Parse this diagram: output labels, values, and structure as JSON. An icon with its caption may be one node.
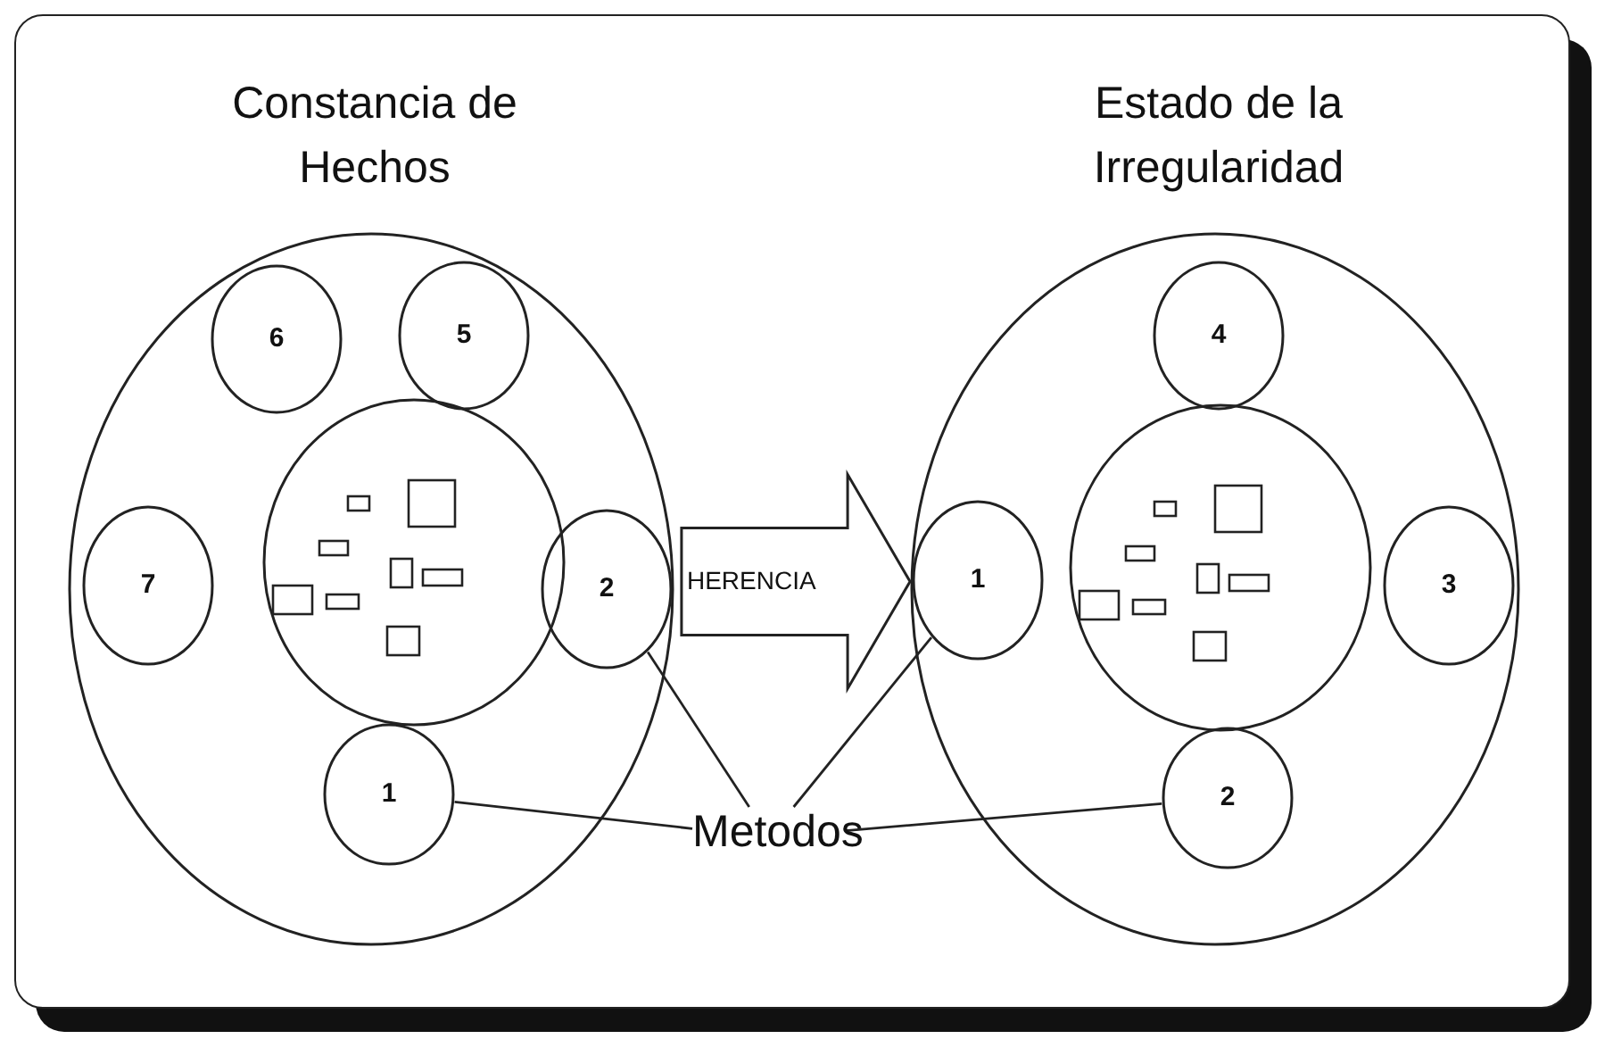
{
  "diagram": {
    "nodes": [
      {
        "text": [
          "Constancia de Hechos"
        ]
      },
      {
        "text": [
          "6"
        ],
        "in": 0
      },
      {
        "text": [
          "5"
        ],
        "in": 0
      },
      {
        "text": [
          "7"
        ],
        "in": 0
      },
      {
        "text": [],
        "shape": "circle",
        "in": 0
      },
      {
        "text": [
          "2"
        ],
        "in": 0
      },
      {
        "text": [
          "1"
        ],
        "in": 0
      },
      {
        "text": [
          "Estado de la Irregularidad"
        ]
      },
      {
        "text": [
          "4"
        ],
        "in": 7
      },
      {
        "text": [
          "1"
        ],
        "in": 7
      },
      {
        "text": [],
        "shape": "circle",
        "in": 7
      },
      {
        "text": [
          "3"
        ],
        "in": 7
      },
      {
        "text": [
          "2"
        ],
        "in": 7
      },
      {
        "text": [
          "Metodos"
        ]
      }
    ],
    "edges": [
      {
        "from": 0,
        "to": 7,
        "arrow": "to",
        "label": "HERENCIA",
        "style": "thick"
      },
      {
        "from": 13,
        "to": 6,
        "arrow": "none"
      },
      {
        "from": 13,
        "to": 5,
        "arrow": "none"
      },
      {
        "from": 13,
        "to": 9,
        "arrow": "none"
      },
      {
        "from": 13,
        "to": 12,
        "arrow": "none"
      }
    ]
  }
}
